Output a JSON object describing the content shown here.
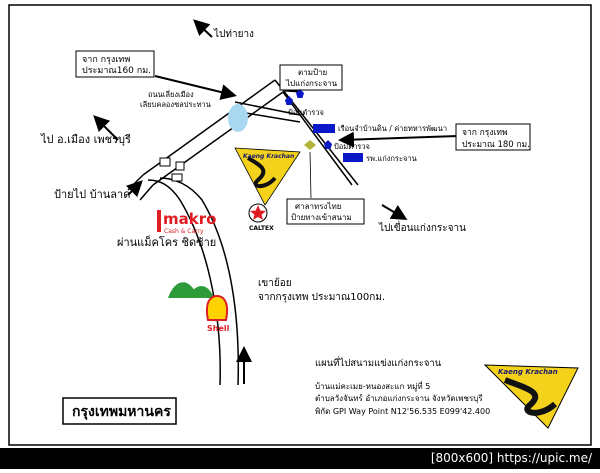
{
  "labels": {
    "to_tha_yang": "ไปท่ายาง",
    "from_bkk_box_l1": "จาก  กรุงเทพ",
    "from_bkk_box_l2": "ประมาณ160  กม.",
    "follow_sign_l1": "ตามป้าย",
    "follow_sign_l2": "ไปแก่งกระจาน",
    "bypass_road_l1": "ถนนเลี่ยงเมือง",
    "bypass_road_l2": "เลียบคลองชลประทาน",
    "police_top": "ป้อมตำรวจ",
    "inn_tent": "เรือนจำบ้านดิน / ค่ายทหารพัฒนา",
    "to_phetchaburi": "ไป อ.เมือง เพชรบุรี",
    "from_bkk_right_l1": "จาก  กรุงเทพ",
    "from_bkk_right_l2": "ประมาณ 180 กม.",
    "police_mid": "ป้อมตำรวจ",
    "hospital": "รพ.แก่งกระจาน",
    "turn_ban_lat": "ป้ายไป  บ้านลาด",
    "sala_l1": "ศาลาทรงไทย",
    "sala_l2": "ป้ายทางเข้าสนาม",
    "makro_brand": "makro",
    "makro_sub": "Cash & Carry",
    "caltex": "CALTEX",
    "to_dam": "ไปเขื่อนแก่งกระจาน",
    "pass_makro": "ผ่านแม็คโคร ชิดซ้าย",
    "khao_yoi": "เขาย้อย",
    "from_bkk_100": "จากกรุงเทพ  ประมาณ100กม.",
    "shell": "Shell",
    "map_title": "แผนที่ไปสนามแข่งแก่งกระจาน",
    "addr_l1": "บ้านแม่คะเมย-หนองสะแก  หมู่ที่ 5",
    "addr_l2": "ตำบลวังจันทร์ อำเภอแก่งกระจาน จังหวัดเพชรบุรี",
    "addr_l3": "พิกัด GPI Way Point  N12'56.535  E099'42.400",
    "bangkok": "กรุงเทพมหานคร",
    "logo_text": "Kaeng Krachan",
    "footer": "[800x600] https://upic.me/"
  },
  "colors": {
    "road": "#000000",
    "marker_blue": "#0a18c8",
    "logo_yellow": "#f4d21c",
    "makro_red": "#e01c23",
    "shell_red": "#dc1f26",
    "shell_yellow": "#ffd200",
    "hill_green": "#2e9b3a",
    "light_blue": "#a8d8f0",
    "olive": "#b3b33a"
  }
}
